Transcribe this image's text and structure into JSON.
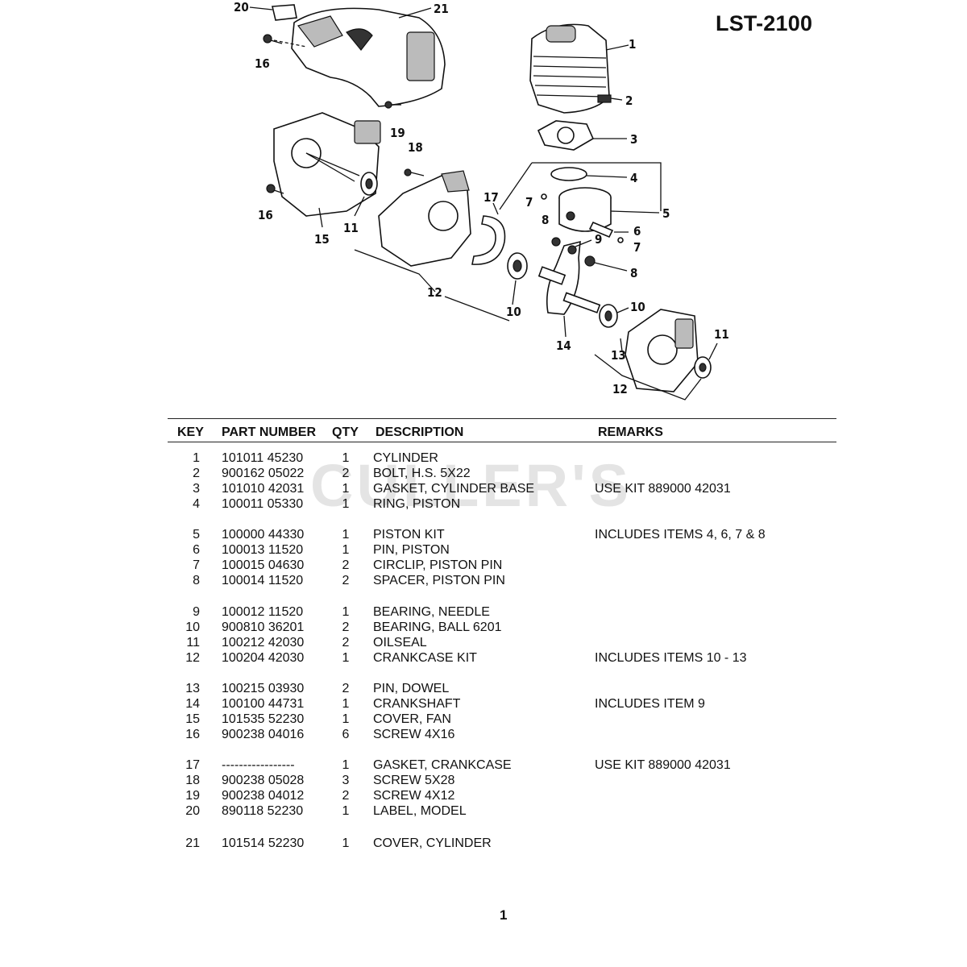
{
  "document": {
    "model": "LST-2100",
    "page_number": "1",
    "watermark": "CULLER'S"
  },
  "diagram": {
    "callouts": [
      "20",
      "21",
      "16",
      "1",
      "2",
      "19",
      "18",
      "3",
      "4",
      "17",
      "7",
      "5",
      "16",
      "11",
      "8",
      "9",
      "6",
      "7",
      "15",
      "12",
      "8",
      "10",
      "10",
      "14",
      "11",
      "13",
      "12"
    ]
  },
  "table": {
    "headers": {
      "key": "KEY",
      "part_number": "PART NUMBER",
      "qty": "QTY",
      "description": "DESCRIPTION",
      "remarks": "REMARKS"
    },
    "rows": [
      {
        "key": "1",
        "part_number": "101011 45230",
        "qty": "1",
        "description": "CYLINDER",
        "remarks": ""
      },
      {
        "key": "2",
        "part_number": "900162 05022",
        "qty": "2",
        "description": "BOLT, H.S.  5X22",
        "remarks": ""
      },
      {
        "key": "3",
        "part_number": "101010 42031",
        "qty": "1",
        "description": "GASKET, CYLINDER BASE",
        "remarks": "USE KIT 889000 42031"
      },
      {
        "key": "4",
        "part_number": "100011 05330",
        "qty": "1",
        "description": "RING, PISTON",
        "remarks": ""
      },
      {
        "key": "5",
        "part_number": "100000 44330",
        "qty": "1",
        "description": "PISTON KIT",
        "remarks": "INCLUDES ITEMS 4, 6, 7 & 8"
      },
      {
        "key": "6",
        "part_number": "100013 11520",
        "qty": "1",
        "description": "PIN, PISTON",
        "remarks": ""
      },
      {
        "key": "7",
        "part_number": "100015 04630",
        "qty": "2",
        "description": "CIRCLIP, PISTON PIN",
        "remarks": ""
      },
      {
        "key": "8",
        "part_number": "100014 11520",
        "qty": "2",
        "description": "SPACER, PISTON PIN",
        "remarks": ""
      },
      {
        "key": "9",
        "part_number": "100012 11520",
        "qty": "1",
        "description": "BEARING, NEEDLE",
        "remarks": ""
      },
      {
        "key": "10",
        "part_number": "900810 36201",
        "qty": "2",
        "description": "BEARING, BALL  6201",
        "remarks": ""
      },
      {
        "key": "11",
        "part_number": "100212 42030",
        "qty": "2",
        "description": "OILSEAL",
        "remarks": ""
      },
      {
        "key": "12",
        "part_number": "100204 42030",
        "qty": "1",
        "description": "CRANKCASE KIT",
        "remarks": "INCLUDES ITEMS 10 - 13"
      },
      {
        "key": "13",
        "part_number": "100215 03930",
        "qty": "2",
        "description": "PIN, DOWEL",
        "remarks": ""
      },
      {
        "key": "14",
        "part_number": "100100 44731",
        "qty": "1",
        "description": "CRANKSHAFT",
        "remarks": "INCLUDES ITEM 9"
      },
      {
        "key": "15",
        "part_number": "101535 52230",
        "qty": "1",
        "description": "COVER, FAN",
        "remarks": ""
      },
      {
        "key": "16",
        "part_number": "900238 04016",
        "qty": "6",
        "description": "SCREW  4X16",
        "remarks": ""
      },
      {
        "key": "17",
        "part_number": "-----------------",
        "qty": "1",
        "description": "GASKET, CRANKCASE",
        "remarks": "USE KIT 889000 42031"
      },
      {
        "key": "18",
        "part_number": "900238 05028",
        "qty": "3",
        "description": "SCREW  5X28",
        "remarks": ""
      },
      {
        "key": "19",
        "part_number": "900238 04012",
        "qty": "2",
        "description": "SCREW  4X12",
        "remarks": ""
      },
      {
        "key": "20",
        "part_number": "890118 52230",
        "qty": "1",
        "description": "LABEL, MODEL",
        "remarks": ""
      },
      {
        "key": "21",
        "part_number": "101514 52230",
        "qty": "1",
        "description": "COVER, CYLINDER",
        "remarks": ""
      }
    ]
  }
}
